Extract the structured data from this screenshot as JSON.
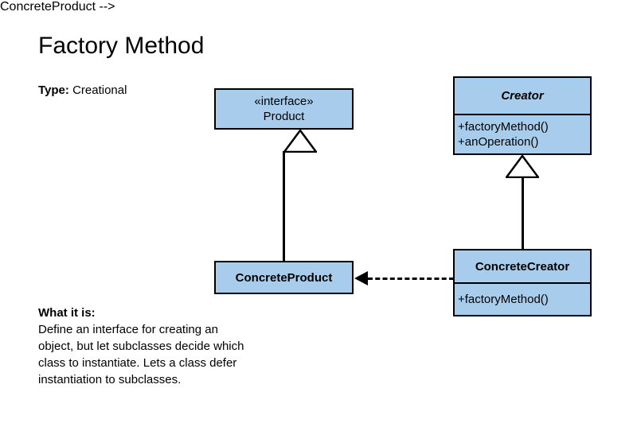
{
  "page": {
    "title": "Factory Method",
    "type_label": "Type:",
    "type_value": "Creational",
    "background_color": "#ffffff",
    "box_fill_color": "#a8cdec",
    "box_border_color": "#000000"
  },
  "description": {
    "heading": "What it is:",
    "lines": [
      "Define an interface for creating an",
      "object, but let subclasses decide which",
      "class to instantiate. Lets a class defer",
      "instantiation to subclasses."
    ]
  },
  "diagram": {
    "classes": {
      "product": {
        "stereotype": "«interface»",
        "name": "Product",
        "members": []
      },
      "concrete_product": {
        "name": "ConcreteProduct",
        "members": []
      },
      "creator": {
        "name": "Creator",
        "members": [
          "+factoryMethod()",
          "+anOperation()"
        ]
      },
      "concrete_creator": {
        "name": "ConcreteCreator",
        "members": [
          "+factoryMethod()"
        ]
      }
    },
    "relationships": [
      {
        "kind": "generalization",
        "from": "ConcreteProduct",
        "to": "Product"
      },
      {
        "kind": "generalization",
        "from": "ConcreteCreator",
        "to": "Creator"
      },
      {
        "kind": "dependency",
        "from": "ConcreteCreator",
        "to": "ConcreteProduct"
      }
    ]
  }
}
